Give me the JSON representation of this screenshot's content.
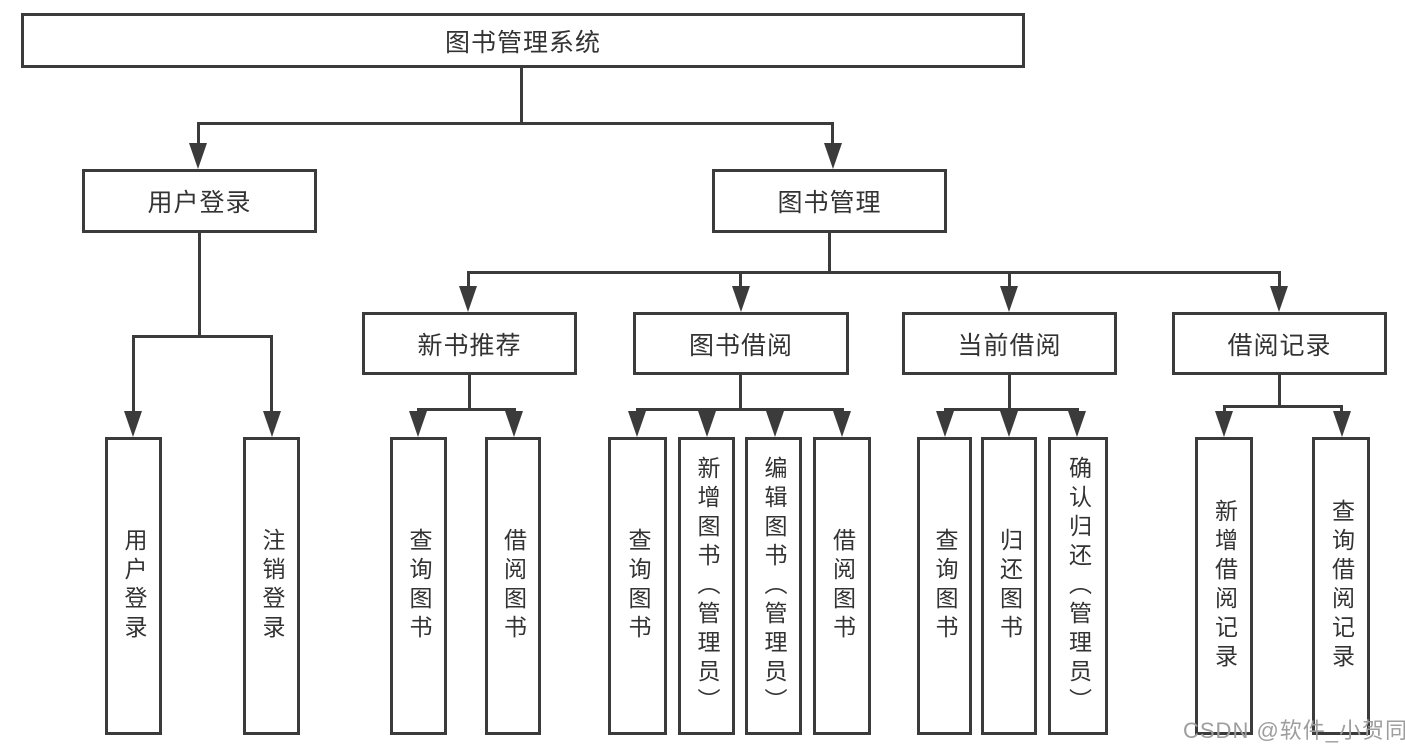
{
  "diagram": {
    "root": {
      "label": "图书管理系统"
    },
    "branches": {
      "user_login": {
        "label": "用户登录",
        "children": {
          "login": {
            "label": "用户登录"
          },
          "logout": {
            "label": "注销登录"
          }
        }
      },
      "book_mgmt": {
        "label": "图书管理",
        "children": {
          "new_book_rec": {
            "label": "新书推荐",
            "children": {
              "query_book": {
                "label": "查询图书"
              },
              "borrow_book": {
                "label": "借阅图书"
              }
            }
          },
          "book_borrow": {
            "label": "图书借阅",
            "children": {
              "query_book": {
                "label": "查询图书"
              },
              "add_book": {
                "label": "新增图书（管理员）"
              },
              "edit_book": {
                "label": "编辑图书（管理员）"
              },
              "borrow_book": {
                "label": "借阅图书"
              }
            }
          },
          "current_borrow": {
            "label": "当前借阅",
            "children": {
              "query_book": {
                "label": "查询图书"
              },
              "return_book": {
                "label": "归还图书"
              },
              "confirm_return": {
                "label": "确认归还（管理员）"
              }
            }
          },
          "borrow_record": {
            "label": "借阅记录",
            "children": {
              "add_record": {
                "label": "新增借阅记录"
              },
              "query_record": {
                "label": "查询借阅记录"
              }
            }
          }
        }
      }
    }
  },
  "watermark": {
    "text": "CSDN @软件_小贺同学"
  },
  "colors": {
    "line": "#3b3b3b",
    "border": "#3b3b3b",
    "text": "#333333",
    "background": "#ffffff",
    "watermark": "#9e9e9e"
  }
}
